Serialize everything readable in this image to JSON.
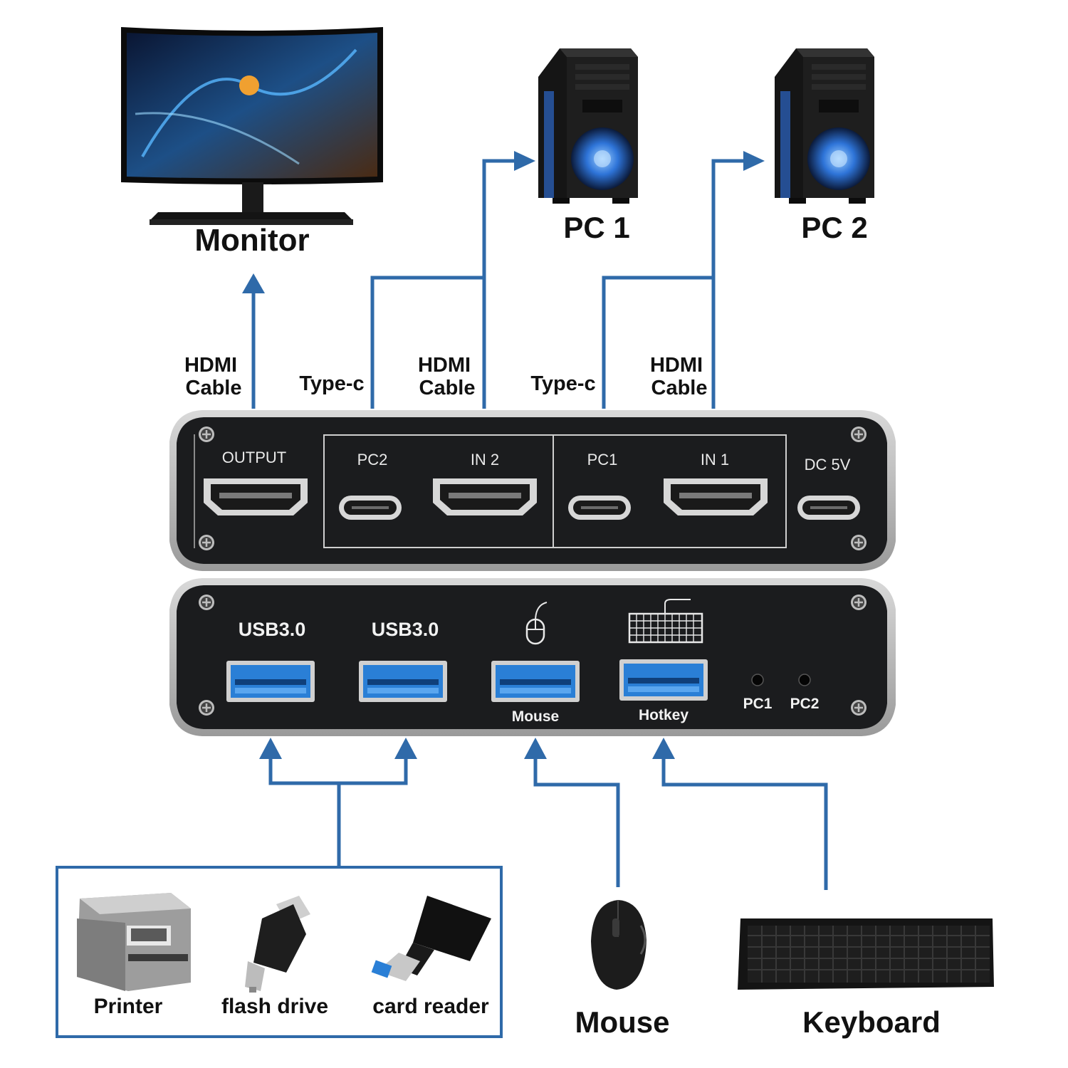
{
  "devices": {
    "monitor": "Monitor",
    "pc1": "PC 1",
    "pc2": "PC 2",
    "mouse": "Mouse",
    "keyboard": "Keyboard",
    "printer": "Printer",
    "flash_drive": "flash drive",
    "card_reader": "card reader"
  },
  "cables": {
    "output_l1": "HDMI",
    "output_l2": "Cable",
    "pc2_typec": "Type-c",
    "in2_l1": "HDMI",
    "in2_l2": "Cable",
    "pc1_typec": "Type-c",
    "in1_l1": "HDMI",
    "in1_l2": "Cable"
  },
  "top_panel": {
    "output": "OUTPUT",
    "pc2": "PC2",
    "in2": "IN 2",
    "pc1": "PC1",
    "in1": "IN 1",
    "dc": "DC 5V"
  },
  "bottom_panel": {
    "usb_a": "USB3.0",
    "usb_b": "USB3.0",
    "mouse_port": "Mouse",
    "hotkey_port": "Hotkey",
    "led_pc1": "PC1",
    "led_pc2": "PC2"
  },
  "colors": {
    "wire": "#2f6aa9",
    "panel": "#1b1c1e",
    "usb_blue": "#2a7fd6"
  },
  "icons": [
    "monitor-icon",
    "pc-tower-icon",
    "mouse-icon",
    "keyboard-icon",
    "printer-icon",
    "flash-drive-icon",
    "card-reader-icon"
  ]
}
